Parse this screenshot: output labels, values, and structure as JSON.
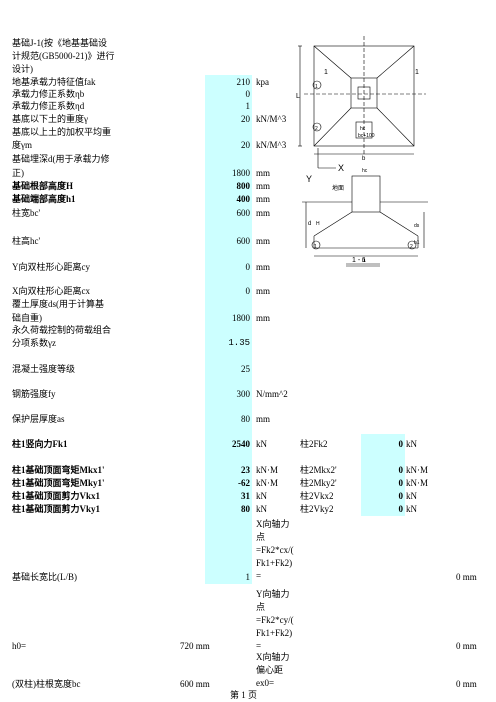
{
  "title": {
    "line1": "基础J-1(按《地基基础设",
    "line2": "计规范(GB5000-21)》进行",
    "line3": "设计)"
  },
  "params": [
    {
      "label": "地基承载力特征值fak",
      "value": "210",
      "unit": "kpa"
    },
    {
      "label": "承载力修正系数ηb",
      "value": "0",
      "unit": ""
    },
    {
      "label": "承载力修正系数ηd",
      "value": "1",
      "unit": ""
    },
    {
      "label": "基底以下土的重度γ",
      "value": "20",
      "unit": "kN/M^3"
    },
    {
      "label1": "基底以上土的加权平均重",
      "label2": "度γm",
      "value": "20",
      "unit": "kN/M^3"
    },
    {
      "label1": "基础埋深d(用于承载力修",
      "label2": "正)",
      "value": "1800",
      "unit": "mm"
    },
    {
      "label": "基础根部高度H",
      "value": "800",
      "unit": "mm"
    },
    {
      "label": "基础端部高度h1",
      "value": "400",
      "unit": "mm"
    },
    {
      "label": "柱宽bc'",
      "value": "600",
      "unit": "mm"
    },
    {
      "label": "柱高hc'",
      "value": "600",
      "unit": "mm"
    },
    {
      "label": "Y向双柱形心距离cy",
      "value": "0",
      "unit": "mm"
    },
    {
      "label": "X向双柱形心距离cx",
      "value": "0",
      "unit": "mm"
    },
    {
      "label1": "覆土厚度ds(用于计算基",
      "label2": "础自重)",
      "value": "1800",
      "unit": "mm"
    },
    {
      "label1": "永久荷载控制的荷载组合",
      "label2": "分项系数γz",
      "value": "1.35",
      "unit": ""
    },
    {
      "label": "混凝土强度等级",
      "value": "25",
      "unit": ""
    },
    {
      "label": "钢筋强度fy",
      "value": "300",
      "unit": "N/mm^2"
    },
    {
      "label": "保护层厚度as",
      "value": "80",
      "unit": "mm"
    }
  ],
  "loads_col1": [
    {
      "label": "柱1竖向力Fk1",
      "value": "2540",
      "unit": "kN"
    },
    {
      "label": "柱1基础顶面弯矩Mkx1'",
      "value": "23",
      "unit": "kN·M"
    },
    {
      "label": "柱1基础顶面弯矩Mky1'",
      "value": "-62",
      "unit": "kN·M"
    },
    {
      "label": "柱1基础顶面剪力Vkx1",
      "value": "31",
      "unit": "kN"
    },
    {
      "label": "柱1基础顶面剪力Vky1",
      "value": "80",
      "unit": "kN"
    }
  ],
  "loads_col2": [
    {
      "label": "柱2Fk2",
      "value": "0",
      "unit": "kN"
    },
    {
      "label": "柱2Mkx2'",
      "value": "0",
      "unit": "kN·M"
    },
    {
      "label": "柱2Mky2'",
      "value": "0",
      "unit": "kN·M"
    },
    {
      "label": "柱2Vkx2",
      "value": "0",
      "unit": "kN"
    },
    {
      "label": "柱2Vky2",
      "value": "0",
      "unit": "kN"
    }
  ],
  "ratio": {
    "label": "基础长宽比(L/B)",
    "value": "1"
  },
  "h0": {
    "label": "h0=",
    "value": "720 mm"
  },
  "bc": {
    "label": "(双柱)柱根宽度bc",
    "value": "600 mm"
  },
  "notes": {
    "x_axis": [
      "X向轴力",
      "点",
      "=Fk2*cx/(",
      "Fk1+Fk2)",
      "="
    ],
    "y_axis": [
      "Y向轴力",
      "点",
      "=Fk2*cy/(",
      "Fk1+Fk2)",
      "="
    ],
    "x_ecc": [
      "X向轴力",
      "偏心距",
      "ex0="
    ],
    "x_result": "0 mm",
    "y_result": "0 mm",
    "e_result": "0 mm"
  },
  "diagram": {
    "L": "L",
    "b": "b",
    "one": "1",
    "one_right": "1",
    "circle1": "1",
    "circle2": "2",
    "hc": "hc",
    "bc": "bc",
    "bc_label": "bc+100",
    "ground": "地面",
    "H": "H",
    "d": "d",
    "ds": "ds",
    "h1": "h1",
    "section": "1 - 1",
    "Y": "Y",
    "X": "X",
    "b_bottom": "b"
  },
  "footer": "第 1 页"
}
